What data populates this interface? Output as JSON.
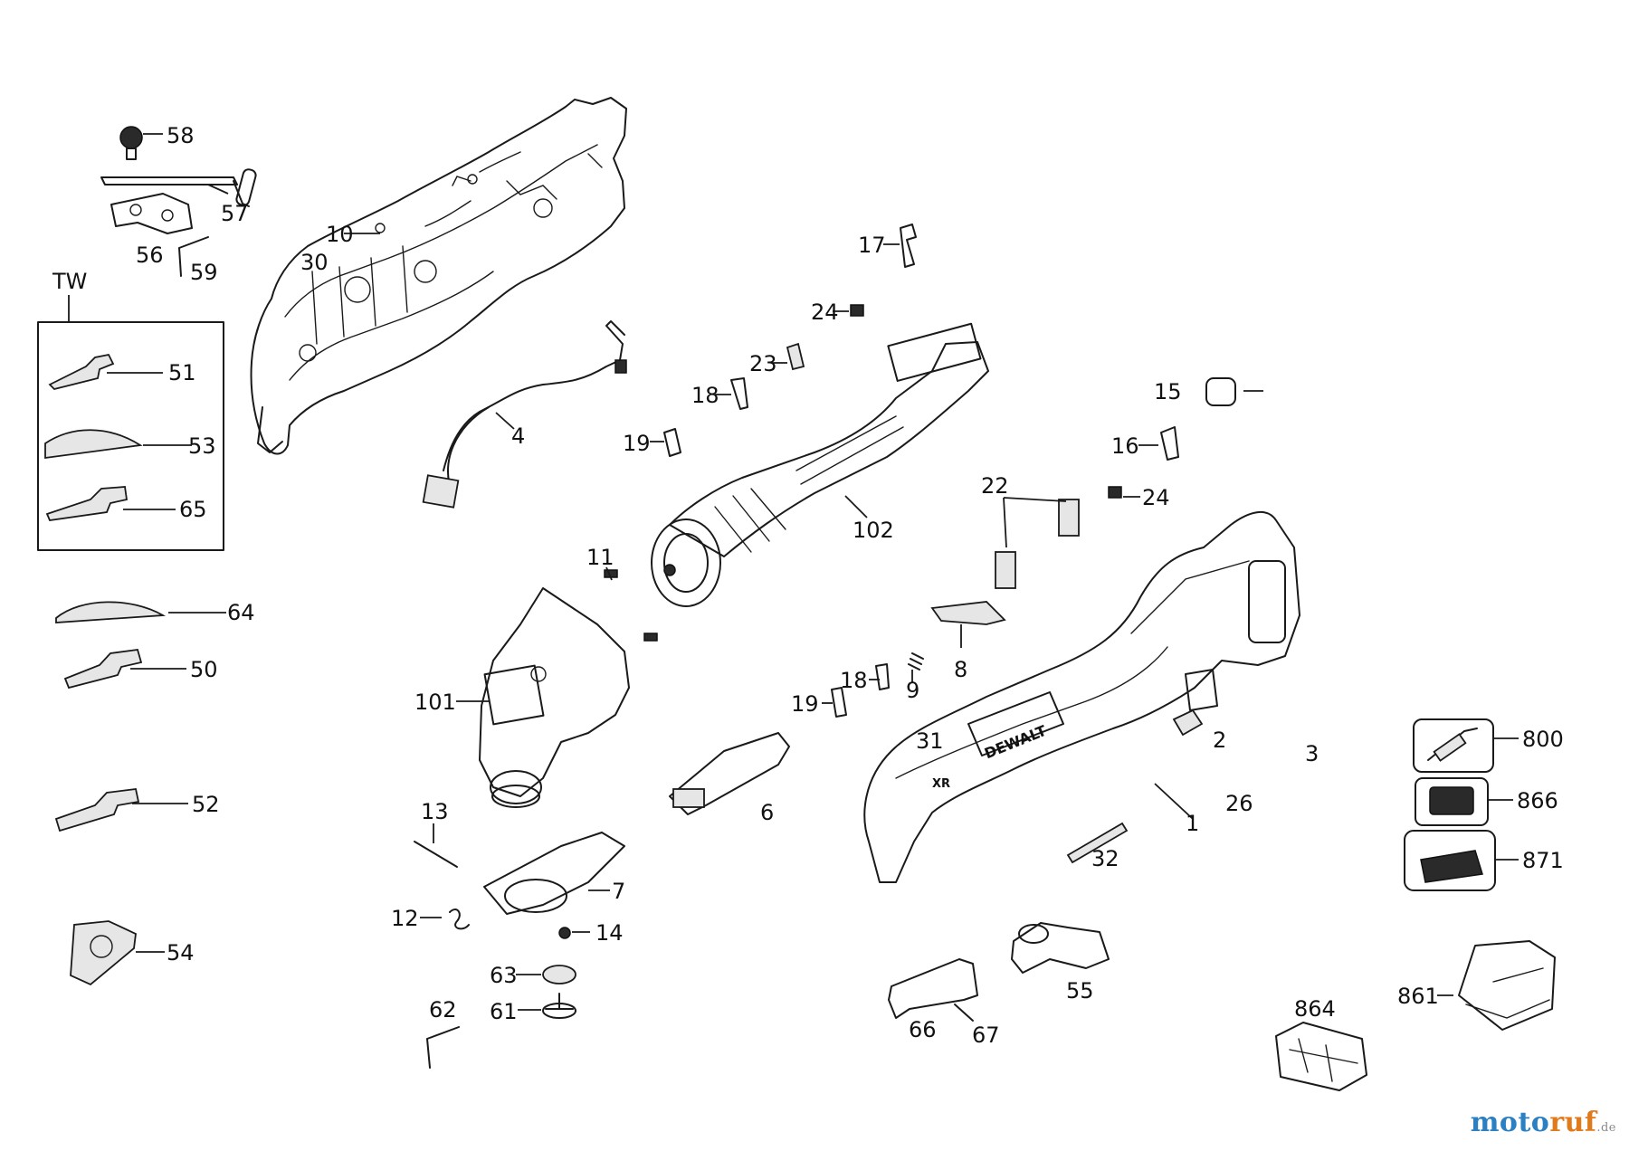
{
  "diagram": {
    "labels": {
      "p58": "58",
      "p57": "57",
      "p56": "56",
      "p59": "59",
      "p10": "10",
      "p30": "30",
      "tw": "TW",
      "p51": "51",
      "p53": "53",
      "p65": "65",
      "p64": "64",
      "p50": "50",
      "p52": "52",
      "p54": "54",
      "p4": "4",
      "p17": "17",
      "p24a": "24",
      "p23": "23",
      "p18a": "18",
      "p19a": "19",
      "p102": "102",
      "p11": "11",
      "p101": "101",
      "p13": "13",
      "p12": "12",
      "p14": "14",
      "p7": "7",
      "p6": "6",
      "p63": "63",
      "p61": "61",
      "p62": "62",
      "p15": "15",
      "p16": "16",
      "p24b": "24",
      "p22": "22",
      "p8": "8",
      "p9": "9",
      "p18b": "18",
      "p19b": "19",
      "p31": "31",
      "p2": "2",
      "p3": "3",
      "p1": "1",
      "p26": "26",
      "p32": "32",
      "p55": "55",
      "p66": "66",
      "p67": "67",
      "p800": "800",
      "p866": "866",
      "p871": "871",
      "p864": "864",
      "p861": "861"
    },
    "brand_on_tool": "DEWALT",
    "brand_on_tool_short": "XR"
  },
  "watermark": {
    "part1": "moto",
    "part2": "ruf",
    "suffix": ".de",
    "color1": "#2b7fc3",
    "color2": "#e07a1b"
  }
}
